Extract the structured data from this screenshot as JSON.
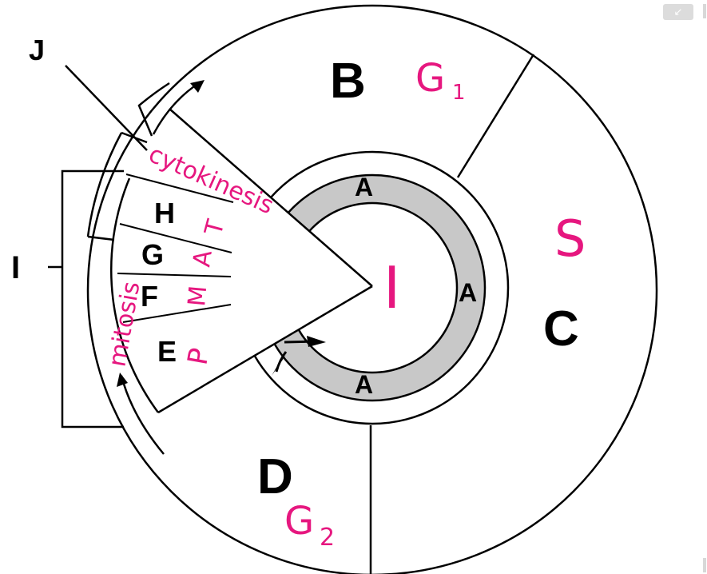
{
  "labels": {
    "a_top": "A",
    "a_right": "A",
    "a_bottom": "A",
    "b": "B",
    "c": "C",
    "d": "D",
    "e": "E",
    "f": "F",
    "g": "G",
    "h": "H",
    "i": "I",
    "j": "J"
  },
  "annotations": {
    "g1": "G",
    "g1_sub": "1",
    "s": "S",
    "g2": "G",
    "g2_sub": "2",
    "center": "I",
    "cytokinesis": "cytokinesis",
    "mitosis": "mitosis",
    "prophase": "P",
    "metaphase": "M",
    "anaphase": "A",
    "telophase": "T"
  },
  "colors": {
    "ink": "#000000",
    "ring_fill": "#c8c8c8",
    "handwriting": "#e6177f"
  },
  "icons": {
    "corner_button": "collapse-arrow-icon"
  }
}
